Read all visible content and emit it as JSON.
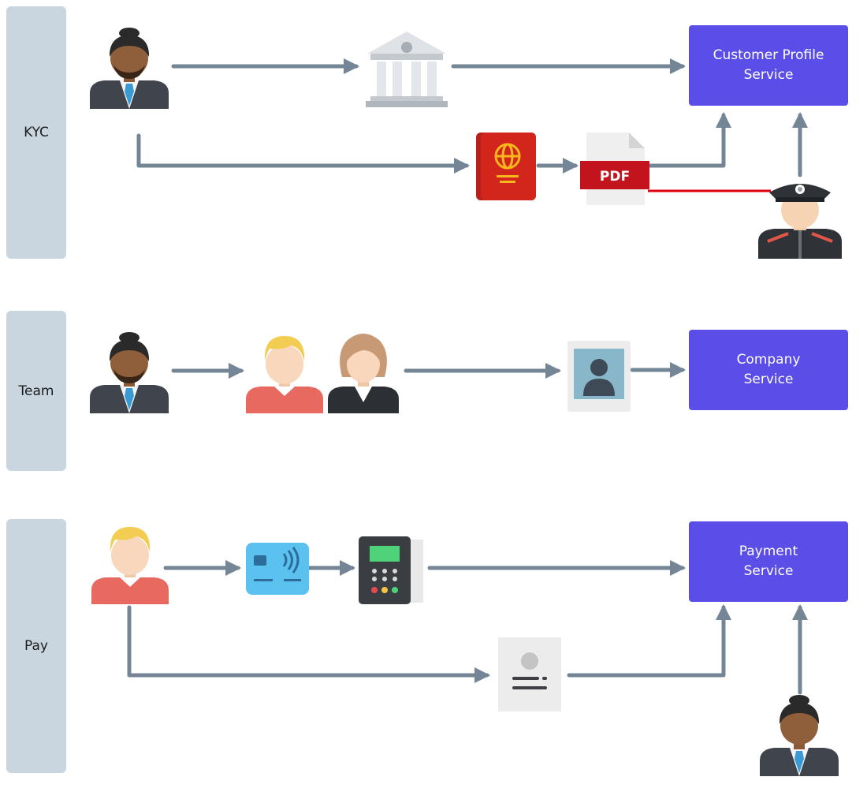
{
  "lanes": [
    {
      "label": "KYC"
    },
    {
      "label": "Team"
    },
    {
      "label": "Pay"
    }
  ],
  "services": {
    "customer_profile": {
      "line1": "Customer Profile",
      "line2": "Service"
    },
    "company": {
      "line1": "Company",
      "line2": "Service"
    },
    "payment": {
      "line1": "Payment",
      "line2": "Service"
    }
  },
  "icons": {
    "pdf_label": "PDF"
  },
  "colors": {
    "service": "#5b4de8",
    "lane": "#c9d6e0",
    "connector": "#748696",
    "highlight": "#e0000f"
  }
}
